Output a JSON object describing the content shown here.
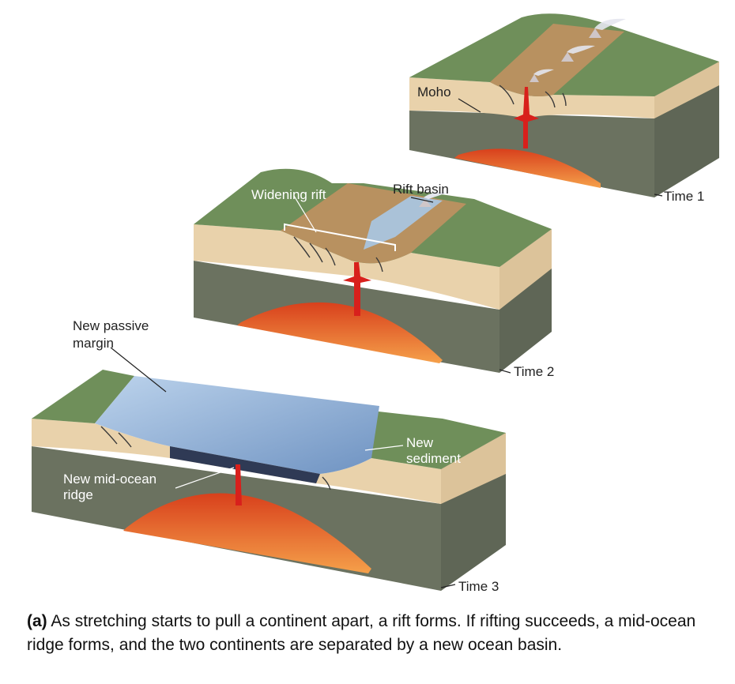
{
  "labels": {
    "moho": "Moho",
    "time1": "Time 1",
    "widening_rift": "Widening rift",
    "rift_basin": "Rift basin",
    "time2": "Time 2",
    "new_passive_margin_line1": "New passive",
    "new_passive_margin_line2": "margin",
    "time3": "Time 3",
    "new_sediment_line1": "New",
    "new_sediment_line2": "sediment",
    "new_mid_ocean_ridge_line1": "New mid-ocean",
    "new_mid_ocean_ridge_line2": "ridge"
  },
  "caption": {
    "tag": "(a)",
    "text": " As stretching starts to pull a continent apart, a rift forms. If rifting succeeds, a mid-ocean ridge forms, and the two continents are separated by a new ocean basin."
  },
  "colors": {
    "land_green": "#6f8f5a",
    "crust_tan": "#e9d2ab",
    "mantle_gray": "#6b7260",
    "magma_orange": "#e8622a",
    "rift_brown": "#b89160",
    "ocean_blue": "#8fb2d8"
  }
}
